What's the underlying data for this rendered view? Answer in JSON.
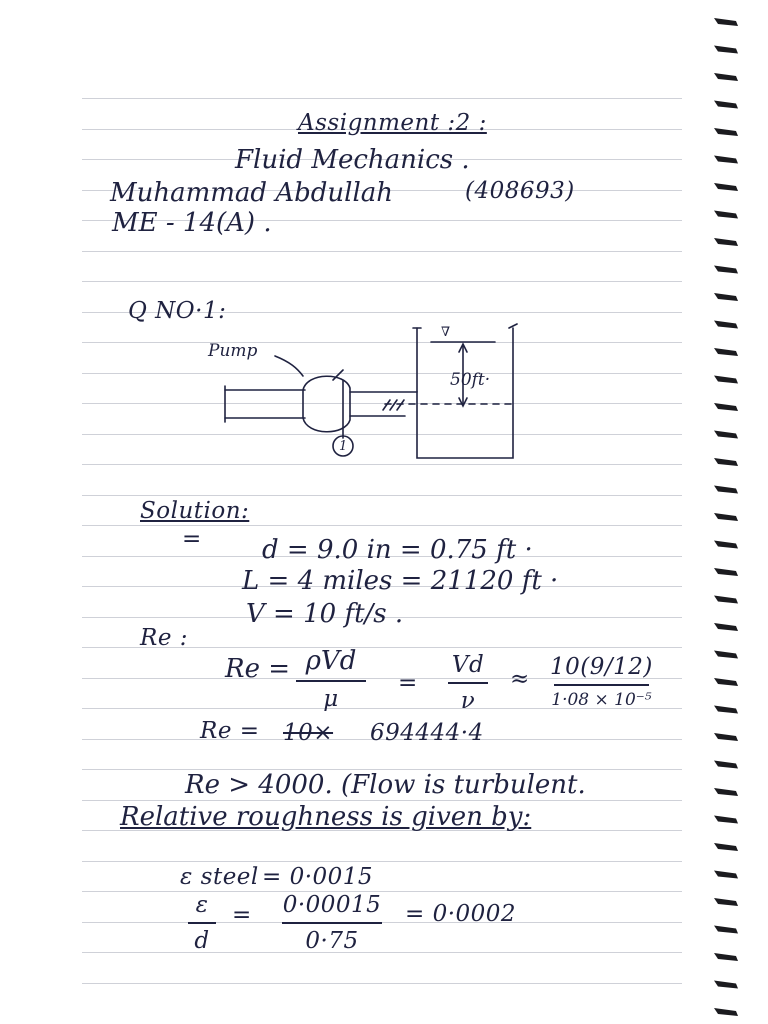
{
  "header": {
    "title": "Assignment :2 :",
    "subject": "Fluid Mechanics .",
    "student_name": "Muhammad Abdullah",
    "student_id": "(408693)",
    "section": "ME - 14(A) ."
  },
  "question": {
    "label": "Q NO·1:",
    "diagram": {
      "pump_label": "Pump",
      "height_label": "50ft·",
      "point_label": "1",
      "surface_marker": "∇"
    }
  },
  "solution": {
    "heading": "Solution:",
    "given": [
      "d = 9.0 in = 0.75 ft ·",
      "L = 4 miles = 21120 ft ·",
      "V = 10 ft/s ."
    ],
    "re_label": "Re :",
    "re_formula": {
      "lhs": "Re =",
      "num1": "ρVd",
      "den1": "μ",
      "eq": "=",
      "num2": "Vd",
      "den2": "ν",
      "approx": "≈",
      "num3": "10(9/12)",
      "den3": "1·08 × 10⁻⁵"
    },
    "re_result_lhs": "Re =",
    "re_result_struck": "10×",
    "re_result_value": "694444·4",
    "flow_note": "Re > 4000. (Flow is turbulent.",
    "roughness_note": "Relative roughness is given by:",
    "eps_steel_lhs": "ε steel",
    "eps_steel_value": "= 0·0015",
    "eps_frac_num": "ε",
    "eps_frac_den": "d",
    "eps_eq": "=",
    "eps_num": "0·00015",
    "eps_den": "0·75",
    "eps_result": "= 0·0002"
  }
}
